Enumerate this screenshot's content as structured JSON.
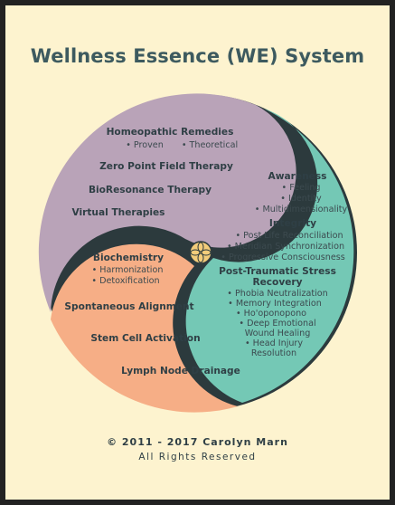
{
  "title": "Wellness Essence (WE) System",
  "colors": {
    "purple": "#b9a3b8",
    "teal": "#74c8b5",
    "orange": "#f6ae86",
    "outline": "#2c3a3d",
    "background": "#fdf3cf",
    "center_emblem": "#f2cc7a"
  },
  "center_icon": "flower-emblem-icon",
  "purple_section": {
    "heading": "Homeopathic Remedies",
    "bullets": [
      "• Proven",
      "• Theoretical"
    ],
    "items": [
      "Zero Point Field Therapy",
      "BioResonance Therapy",
      "Virtual Therapies"
    ]
  },
  "teal_section": {
    "awareness": {
      "heading": "Awareness",
      "bullets": [
        "• Feeling",
        "• Identity",
        "• Multidimensionality"
      ]
    },
    "integrity": {
      "heading": "Integrity",
      "bullets": [
        "• Post Life Reconciliation",
        "• Meridian Synchronization",
        "• Progressive Consciousness"
      ]
    },
    "ptsr": {
      "heading_line1": "Post-Traumatic Stress",
      "heading_line2": "Recovery",
      "bullets": [
        "• Phobia Neutralization",
        "• Memory Integration",
        "• Ho'oponopono"
      ],
      "multi_bullets": [
        {
          "line1": "• Deep Emotional",
          "line2": "Wound Healing"
        },
        {
          "line1": "• Head Injury",
          "line2": "Resolution"
        }
      ]
    }
  },
  "orange_section": {
    "heading": "Biochemistry",
    "bullets": [
      "• Harmonization",
      "• Detoxification"
    ],
    "items": [
      "Spontaneous Alignment",
      "Stem Cell Activation",
      "Lymph Node Drainage"
    ]
  },
  "footer": {
    "copyright": "© 2011 - 2017   Carolyn Marn",
    "rights": "All Rights Reserved"
  }
}
